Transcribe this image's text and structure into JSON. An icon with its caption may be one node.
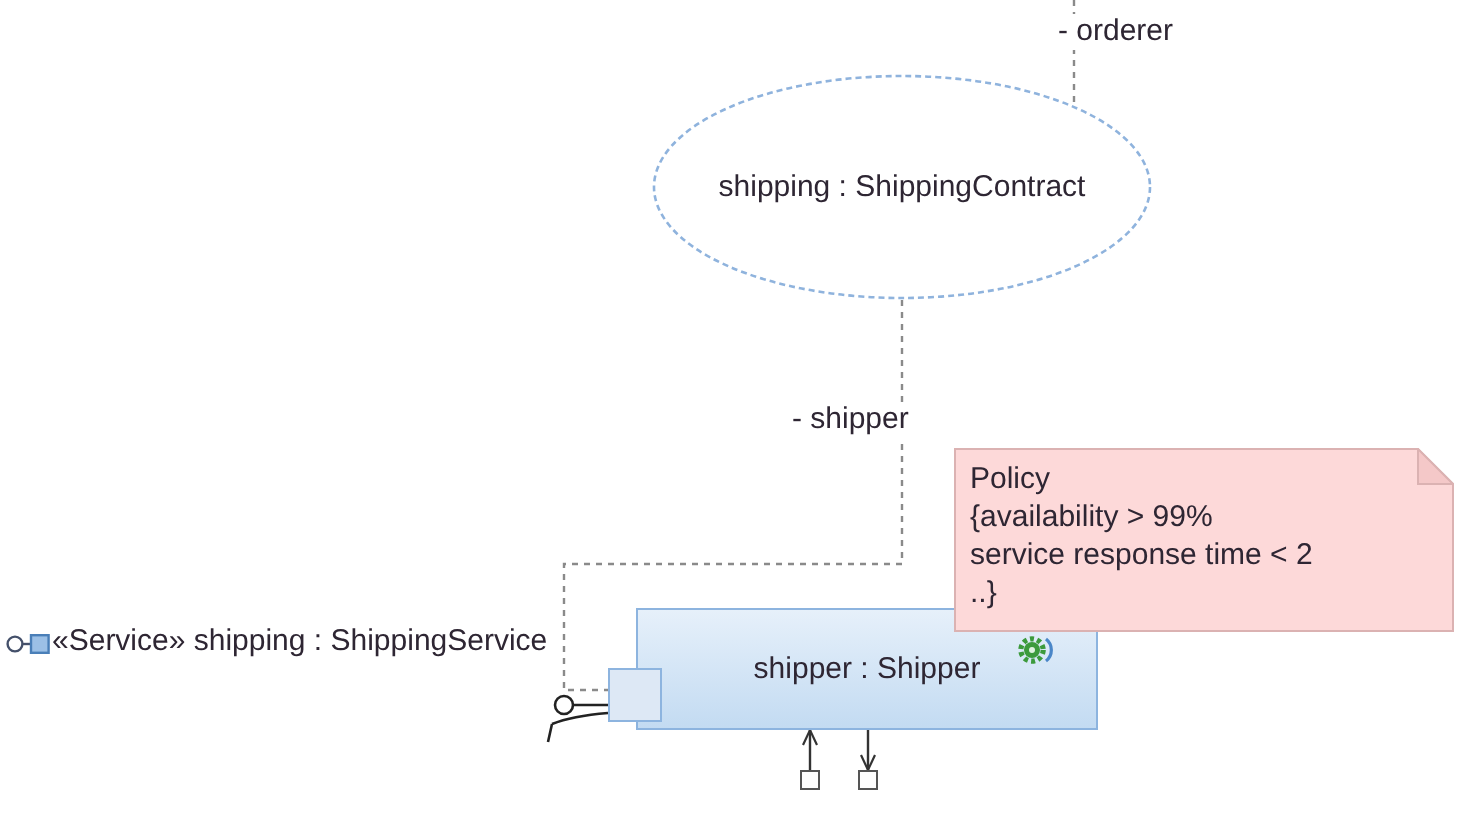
{
  "diagram": {
    "nodes": [
      {
        "text": [
          "shipping : ShippingContract"
        ]
      },
      {
        "text": [
          "Policy",
          "{availability > 99% service response time < 2 ..}"
        ]
      },
      {
        "text": [
          "shipper : Shipper"
        ]
      },
      {
        "text": [],
        "shape": "box",
        "beside": [
          "«Service» shipping : ShippingService"
        ]
      },
      {
        "text": [],
        "shape": "box"
      },
      {
        "text": [],
        "shape": "box"
      }
    ],
    "edges": [
      {
        "from": null,
        "to": 0,
        "arrow": "none",
        "label": "- orderer",
        "style": "dashed"
      },
      {
        "from": 0,
        "to": 3,
        "arrow": "none",
        "label": "- shipper",
        "style": "dashed"
      },
      {
        "from": 4,
        "to": 2,
        "arrow": "to"
      },
      {
        "from": 2,
        "to": 5,
        "arrow": "to"
      }
    ]
  }
}
